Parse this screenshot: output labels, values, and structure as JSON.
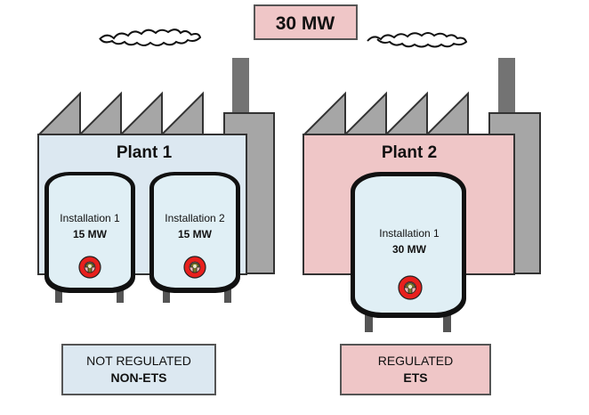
{
  "emission_label": "30 MW",
  "plants": [
    {
      "name": "Plant 1",
      "installations": [
        {
          "name": "Installation 1",
          "capacity": "15 MW"
        },
        {
          "name": "Installation 2",
          "capacity": "15 MW"
        }
      ],
      "status_line1": "NOT REGULATED",
      "status_line2": "NON-ETS"
    },
    {
      "name": "Plant 2",
      "installations": [
        {
          "name": "Installation 1",
          "capacity": "30 MW"
        }
      ],
      "status_line1": "REGULATED",
      "status_line2": "ETS"
    }
  ],
  "colors": {
    "plant1_fill": "#dce8f1",
    "plant2_fill": "#efc6c7",
    "tank_fill": "#e0eff5",
    "building_grey": "#a6a6a6",
    "chimney_grey": "#737373",
    "burner_red": "#e8201d",
    "burner_olive": "#7a7a2a"
  }
}
